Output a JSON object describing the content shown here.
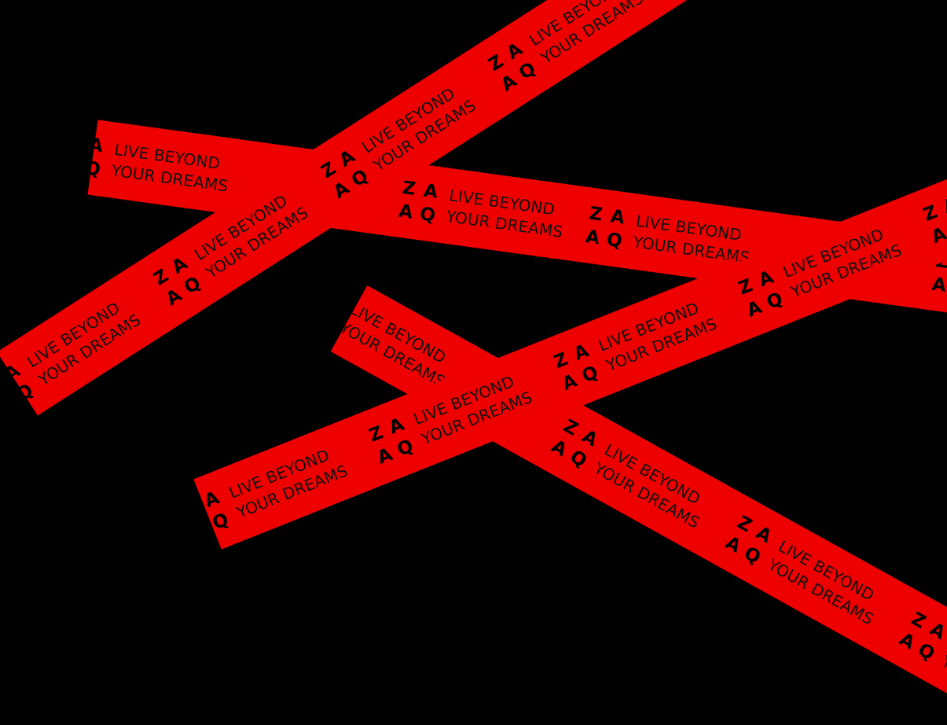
{
  "colors": {
    "background": "#000000",
    "tape": "#ee0000",
    "text": "#000000"
  },
  "tape_text": {
    "marks": [
      "Z",
      "A",
      "A",
      "Q"
    ],
    "line1": "LIVE BEYOND",
    "line2": "YOUR DREAMS"
  },
  "ribbons": [
    {
      "name": "tape-horizontal",
      "angle_deg": 7.8,
      "repeats": 5
    },
    {
      "name": "tape-down-right",
      "angle_deg": 29,
      "repeats": 4
    },
    {
      "name": "tape-up-right-upper",
      "angle_deg": -32.6,
      "repeats": 5
    },
    {
      "name": "tape-up-right-lower",
      "angle_deg": -21.7,
      "repeats": 5
    }
  ]
}
